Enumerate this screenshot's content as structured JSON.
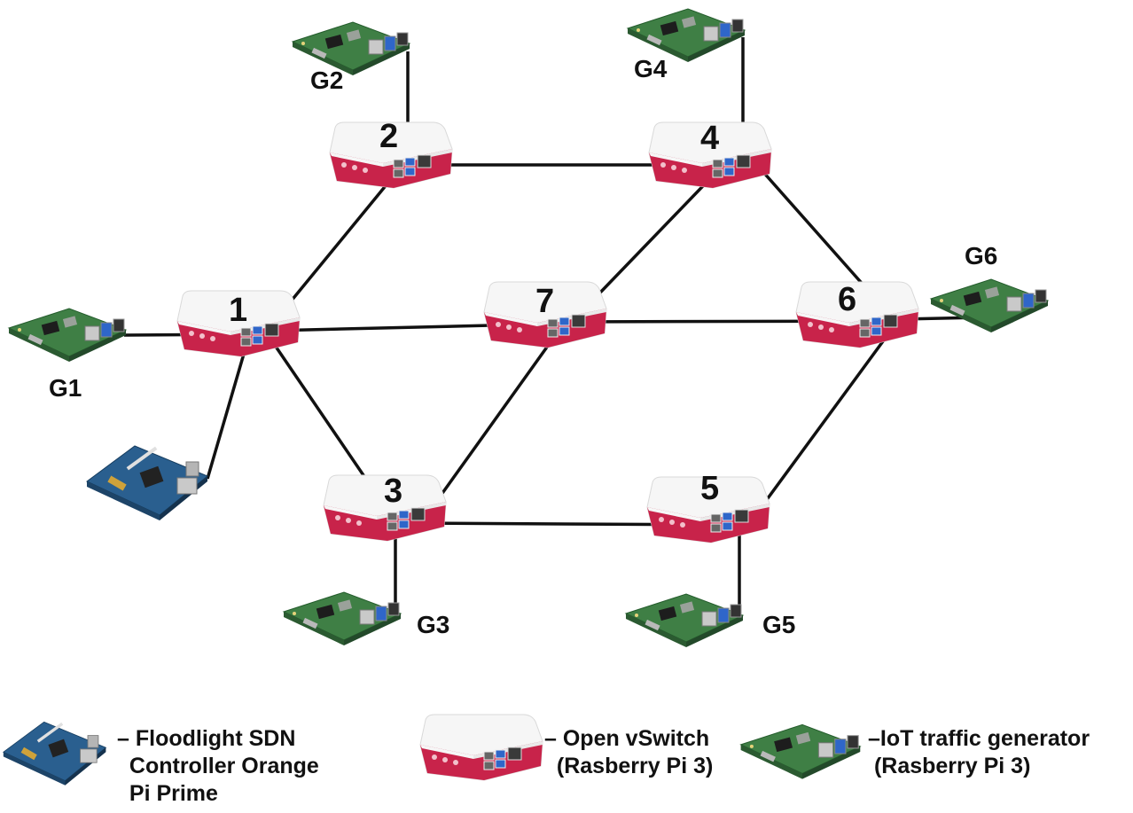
{
  "switches": [
    {
      "id": "sw1",
      "number": "1"
    },
    {
      "id": "sw2",
      "number": "2"
    },
    {
      "id": "sw3",
      "number": "3"
    },
    {
      "id": "sw4",
      "number": "4"
    },
    {
      "id": "sw5",
      "number": "5"
    },
    {
      "id": "sw6",
      "number": "6"
    },
    {
      "id": "sw7",
      "number": "7"
    }
  ],
  "generators": [
    {
      "id": "g1",
      "label": "G1"
    },
    {
      "id": "g2",
      "label": "G2"
    },
    {
      "id": "g3",
      "label": "G3"
    },
    {
      "id": "g4",
      "label": "G4"
    },
    {
      "id": "g5",
      "label": "G5"
    },
    {
      "id": "g6",
      "label": "G6"
    }
  ],
  "links": [
    [
      "sw1",
      "sw2"
    ],
    [
      "sw1",
      "sw7"
    ],
    [
      "sw1",
      "sw3"
    ],
    [
      "sw2",
      "sw4"
    ],
    [
      "sw4",
      "sw7"
    ],
    [
      "sw4",
      "sw6"
    ],
    [
      "sw7",
      "sw6"
    ],
    [
      "sw7",
      "sw3"
    ],
    [
      "sw3",
      "sw5"
    ],
    [
      "sw5",
      "sw6"
    ],
    [
      "sw1",
      "g1"
    ],
    [
      "sw2",
      "g2"
    ],
    [
      "sw4",
      "g4"
    ],
    [
      "sw6",
      "g6"
    ],
    [
      "sw3",
      "g3"
    ],
    [
      "sw5",
      "g5"
    ],
    [
      "sw1",
      "controller"
    ]
  ],
  "legend": {
    "controller": "– Floodlight SDN\n  Controller Orange\n  Pi Prime",
    "switch": "– Open vSwitch\n  (Rasberry Pi 3)",
    "generator": "–IoT traffic generator\n (Rasberry Pi 3)"
  },
  "colors": {
    "case_red": "#c8234a",
    "case_white": "#f6f6f6",
    "board_green": "#3f7f45",
    "port_blue": "#2f66c9",
    "controller_blue": "#2a5f8f",
    "link": "#111111"
  }
}
